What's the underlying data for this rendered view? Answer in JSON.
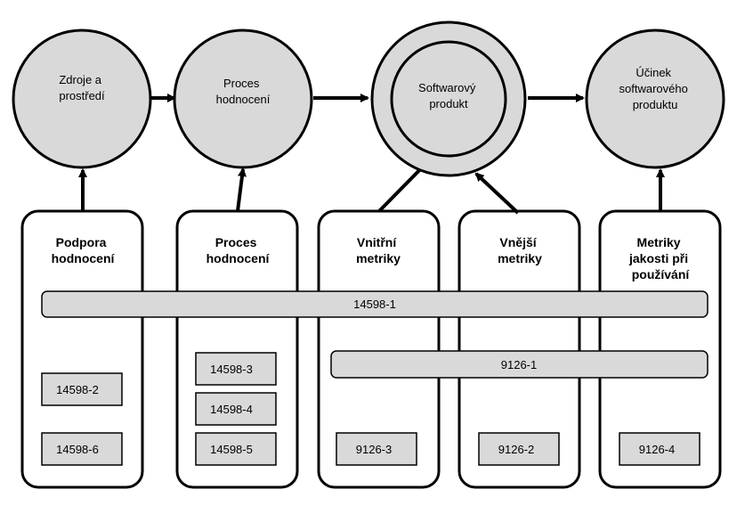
{
  "circles": [
    {
      "lines": [
        "Zdroje a",
        "prostředí"
      ]
    },
    {
      "lines": [
        "Proces",
        "hodnocení"
      ]
    },
    {
      "lines": [
        "Softwarový",
        "produkt"
      ]
    },
    {
      "lines": [
        "Účinek",
        "softwarového",
        "produktu"
      ]
    }
  ],
  "columns": [
    {
      "title_lines": [
        "Podpora",
        "hodnocení"
      ],
      "standards": [
        "14598-2",
        "14598-6"
      ]
    },
    {
      "title_lines": [
        "Proces",
        "hodnocení"
      ],
      "standards": [
        "14598-3",
        "14598-4",
        "14598-5"
      ]
    },
    {
      "title_lines": [
        "Vnitřní",
        "metriky"
      ],
      "standards": [
        "9126-3"
      ]
    },
    {
      "title_lines": [
        "Vnější",
        "metriky"
      ],
      "standards": [
        "9126-2"
      ]
    },
    {
      "title_lines": [
        "Metriky",
        "jakosti při",
        "používání"
      ],
      "standards": [
        "9126-4"
      ]
    }
  ],
  "bars": [
    {
      "label": "14598-1"
    },
    {
      "label": "9126-1"
    }
  ],
  "colors": {
    "circle_fill": "#d9d9d9",
    "box_fill": "#d9d9d9",
    "stroke": "#000000"
  }
}
